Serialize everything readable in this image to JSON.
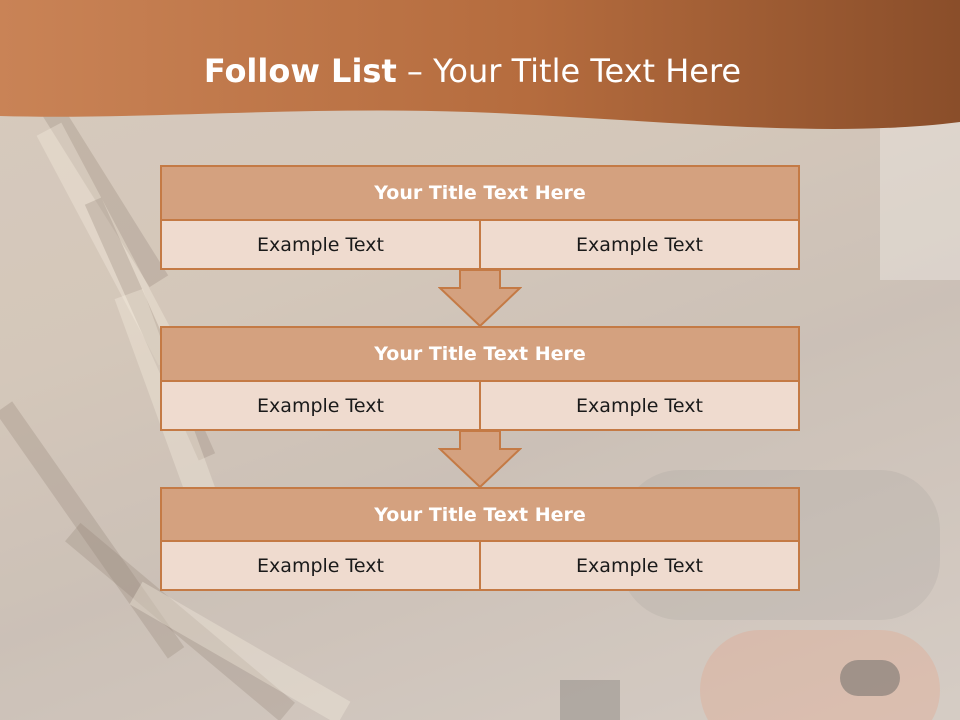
{
  "slide": {
    "title_bold": "Follow List",
    "title_rest": " – Your Title Text Here"
  },
  "colors": {
    "header_dark": "#8a4e2a",
    "header_light": "#c98356",
    "box_border": "#c47a45",
    "box_head_fill": "#d4a17f",
    "box_cell_fill": "#efdbcf"
  },
  "list": [
    {
      "title": "Your Title Text Here",
      "left": "Example Text",
      "right": "Example Text"
    },
    {
      "title": "Your Title Text Here",
      "left": "Example Text",
      "right": "Example Text"
    },
    {
      "title": "Your Title Text Here",
      "left": "Example Text",
      "right": "Example Text"
    }
  ],
  "connectors": [
    "down-arrow-icon",
    "down-arrow-icon"
  ]
}
